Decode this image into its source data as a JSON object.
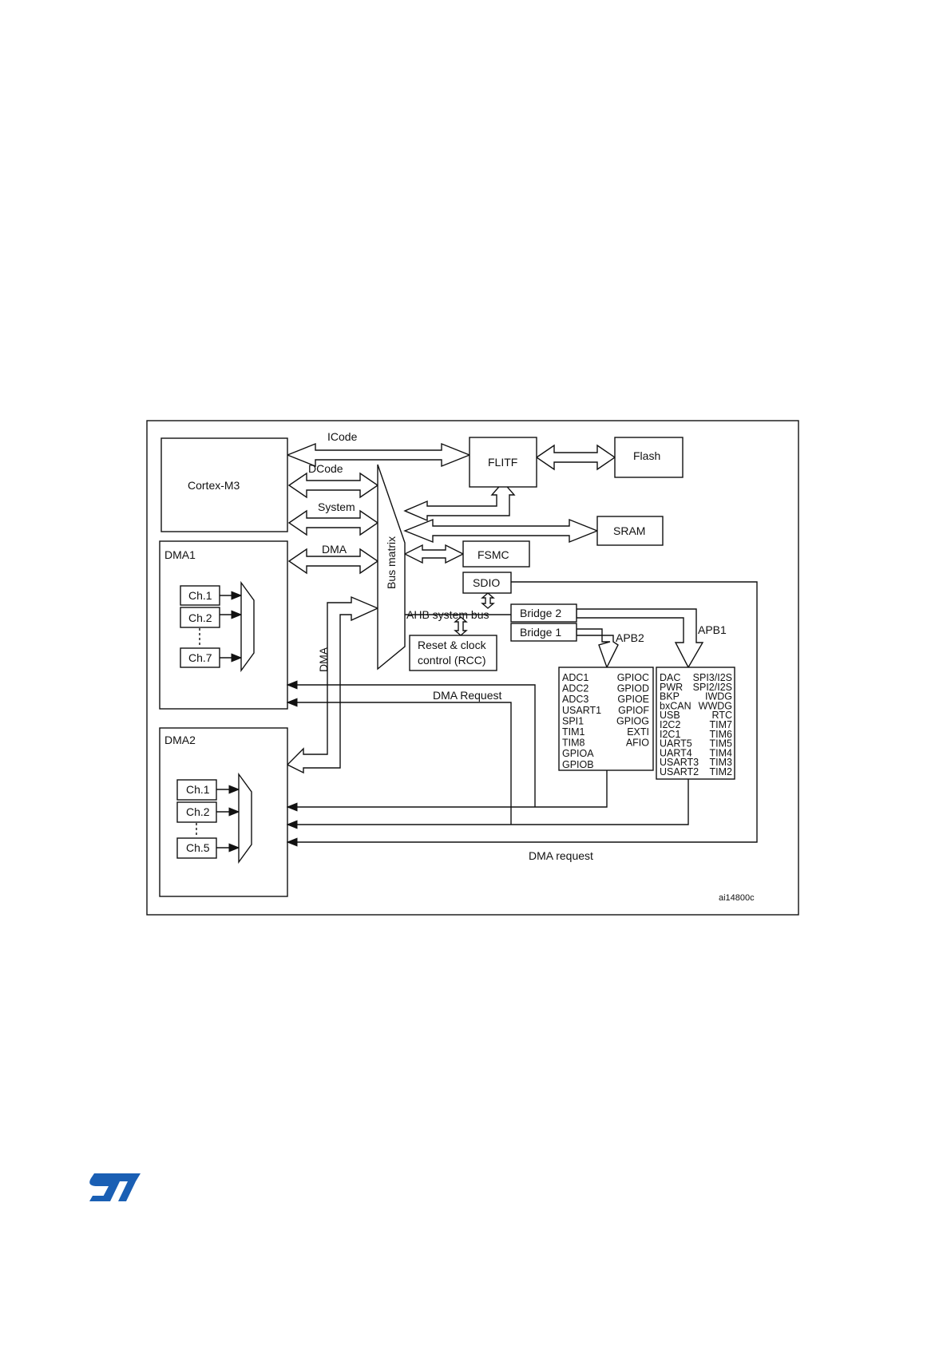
{
  "blocks": {
    "cortex": "Cortex-M3",
    "dma1": "DMA1",
    "dma2": "DMA2",
    "flitf": "FLITF",
    "flash": "Flash",
    "sram": "SRAM",
    "fsmc": "FSMC",
    "sdio": "SDIO",
    "bridge2": "Bridge  2",
    "bridge1": "Bridge  1",
    "rcc_line1": "Reset & clock",
    "rcc_line2": "control (RCC)",
    "bus_matrix": "Bus matrix"
  },
  "buses": {
    "icode": "ICode",
    "dcode": "DCode",
    "system": "System",
    "dma": "DMA",
    "dma_vertical": "DMA",
    "ahb": "AHB system bus",
    "apb2": "APB2",
    "apb1": "APB1",
    "dma_request_upper": "DMA Request",
    "dma_request_lower": "DMA request"
  },
  "dma1_channels": [
    "Ch.1",
    "Ch.2",
    "Ch.7"
  ],
  "dma2_channels": [
    "Ch.1",
    "Ch.2",
    "Ch.5"
  ],
  "apb2_left": [
    "ADC1",
    "ADC2",
    "ADC3",
    "USART1",
    "SPI1",
    "TIM1",
    "TIM8",
    "GPIOA",
    "GPIOB"
  ],
  "apb2_right": [
    "GPIOC",
    "GPIOD",
    "GPIOE",
    "GPIOF",
    "GPIOG",
    "EXTI",
    "AFIO"
  ],
  "apb1_left": [
    "DAC",
    "PWR",
    "BKP",
    "bxCAN",
    "USB",
    "I2C2",
    "I2C1",
    "UART5",
    "UART4",
    "USART3",
    "USART2"
  ],
  "apb1_right": [
    "SPI3/I2S",
    "SPI2/I2S",
    "IWDG",
    "WWDG",
    "RTC",
    "TIM7",
    "TIM6",
    "TIM5",
    "TIM4",
    "TIM3",
    "TIM2"
  ],
  "figure_id": "ai14800c",
  "logo": {
    "text": "ST",
    "color": "#1a5fb4"
  }
}
